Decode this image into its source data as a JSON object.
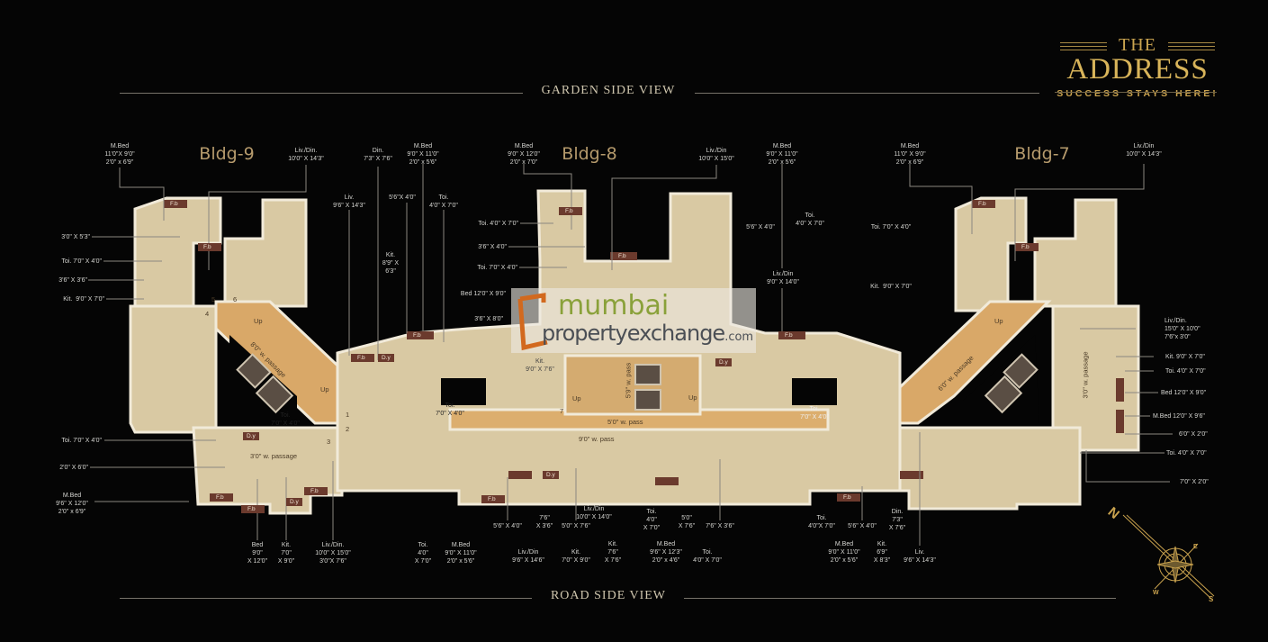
{
  "header": {
    "garden_view": "GARDEN SIDE VIEW",
    "road_view": "ROAD SIDE VIEW"
  },
  "logo": {
    "the": "THE",
    "name": "ADDRESS",
    "tagline": "SUCCESS STAYS HERE!"
  },
  "watermark": {
    "line1": "mumbai",
    "line2": "propertyexchange",
    "suffix": ".com"
  },
  "colors": {
    "background": "#050505",
    "gold": "#caa450",
    "plan_floor": "#d9c9a3",
    "balcony": "#6b3a2d",
    "watermark_green": "#8aa13a",
    "watermark_orange": "#d2691e"
  },
  "buildings": [
    "Bldg-9",
    "Bldg-8",
    "Bldg-7"
  ],
  "dimension_labels": [
    "M.Bed\n11'0\"X 9'0\"\n2'0\" x 6'9\"",
    "Liv./Din.\n10'0\" X 14'3\"",
    "Din.\n7'3\" X 7'6\"",
    "M.Bed\n9'0\" X 11'0\"\n2'0\" x 5'6\"",
    "Liv.\n9'6\" X 14'3\"",
    "5'6\"X 4'0\"",
    "Toi.\n4'0\" X 7'0\"",
    "Kit.\n8'9\" X\n6'3\"",
    "3'0\" X 5'3\"",
    "Toi. 7'0\" X 4'0\"",
    "3'6\" X 3'6\"",
    "Kit.  9'0\" X 7'0\"",
    "Toi.\n7'0\" X 4'0\"",
    "Toi. 7'0\" X 4'0\"",
    "2'0\" X 6'0\"",
    "M.Bed\n9'6\" X 12'0\"\n2'0\" x 6'9\"",
    "Bed\n9'0\"\nX 12'0\"",
    "Kit.\n7'0\"\nX 9'0\"",
    "Liv./Din.\n10'0\" X 15'0\"\n3'0\"X 7'6\"",
    "Toi.\n4'0\"\nX 7'0\"",
    "M.Bed\n9'0\" X 11'0\"\n2'0\" x 5'6\"",
    "M.Bed\n9'0\" X 12'0\"\n2'0\" x 7'0\"",
    "Liv./Din\n10'0\" X 15'0\"",
    "M.Bed\n9'0\" X 11'0\"\n2'0\" x 5'6\"",
    "Toi. 4'0\" X 7'0\"",
    "3'6\" X 4'0\"",
    "Toi. 7'0\" X 4'0\"",
    "Bed 12'0\" X 9'0\"",
    "3'6\" X 8'0\"",
    "5'6\" X 4'0\"",
    "Toi.\n4'0\" X 7'0\"",
    "Liv./Din\n9'0\" X 14'0\"",
    "Kit.\n9'0\" X 7'6\"",
    "Toi.\n7'0\" X 4'0\"",
    "Toi.\n7'0\" X 4'0\"",
    "5'6\" X 4'0\"",
    "7'6\"\nX 3'6\"",
    "5'0\" X 7'6\"",
    "Liv./Din\n10'0\" X 14'0\"",
    "Toi.\n4'0\"\nX 7'0\"",
    "5'0\"\nX 7'6\"",
    "7'6\" X 3'6\"",
    "Liv./Din\n9'6\" X 14'6\"",
    "Kit.\n7'0\" X 9'0\"",
    "Kit.\n7'6\"\nX 7'6\"",
    "M.Bed\n9'6\" X 12'3\"\n2'0\" x 4'6\"",
    "Toi.\n4'0\" X 7'0\"",
    "Toi.\n4'0\"X 7'0\"",
    "5'6\" X 4'0\"",
    "Din.\n7'3\"\nX 7'6\"",
    "M.Bed\n9'0\" X 11'0\"\n2'0\" x 5'6\"",
    "Kit.\n6'9\"\nX 8'3\"",
    "Liv.\n9'6\" X 14'3\"",
    "M.Bed\n11'0\" X 9'0\"\n2'0\" x 6'9\"",
    "Liv./Din\n10'0\" X 14'3\"",
    "Toi. 7'0\" X 4'0\"",
    "Kit.  9'0\" X 7'0\"",
    "Liv./Din.\n15'0\" X 10'0\"\n7'6\"x 3'0\"",
    "Kit. 9'0\" X 7'0\"",
    "Toi. 4'0\" X 7'0\"",
    "Bed 12'0\" X 9'0\"",
    "M.Bed 12'0\" X 9'6\"",
    "6'0\" X 2'0\"",
    "Toi. 4'0\" X 7'0\"",
    "7'0\" X 2'0\""
  ],
  "plan_labels": {
    "passages": [
      "8'0\" w. passage",
      "3'0\" w. passage",
      "5'9\" w. pass",
      "5'0\" w. pass",
      "9'0\" w. pass",
      "6'0\" w. passage",
      "3'0\" w. passage"
    ],
    "fb": "F.b",
    "dy": "D.y",
    "up": "Up",
    "unit_numbers": [
      "1",
      "2",
      "3",
      "4",
      "5",
      "6",
      "7"
    ]
  },
  "compass": {
    "n": "N",
    "e": "E",
    "s": "S",
    "w": "W"
  }
}
